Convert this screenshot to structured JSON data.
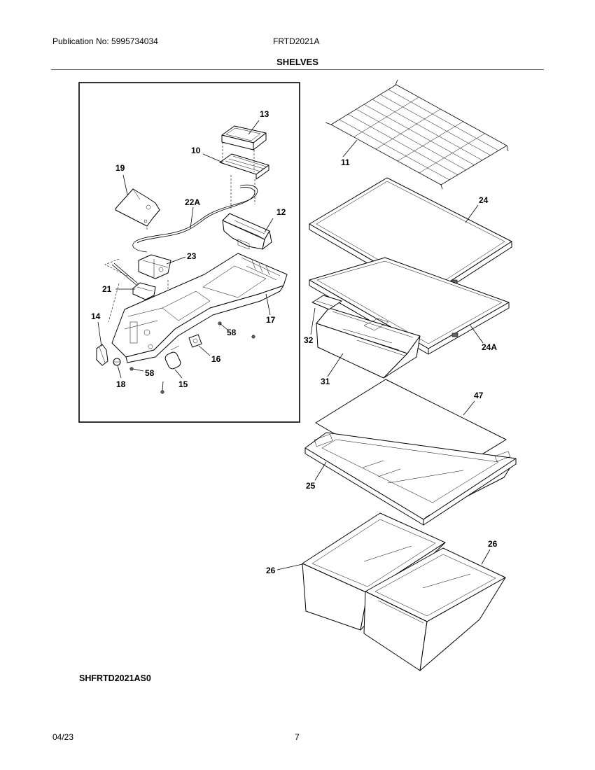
{
  "header": {
    "publication": "Publication No: 5995734034",
    "model": "FRTD2021A",
    "section_title": "SHELVES"
  },
  "diagram": {
    "callouts": {
      "c13": "13",
      "c10": "10",
      "c19": "19",
      "c22a": "22A",
      "c12": "12",
      "c23": "23",
      "c21": "21",
      "c14": "14",
      "c17": "17",
      "c58a": "58",
      "c16": "16",
      "c58b": "58",
      "c18": "18",
      "c15": "15",
      "c11": "11",
      "c24": "24",
      "c32": "32",
      "c24a": "24A",
      "c31": "31",
      "c47": "47",
      "c25": "25",
      "c26a": "26",
      "c26b": "26"
    },
    "drawing_code": "SHFRTD2021AS0"
  },
  "footer": {
    "date": "04/23",
    "page": "7"
  }
}
